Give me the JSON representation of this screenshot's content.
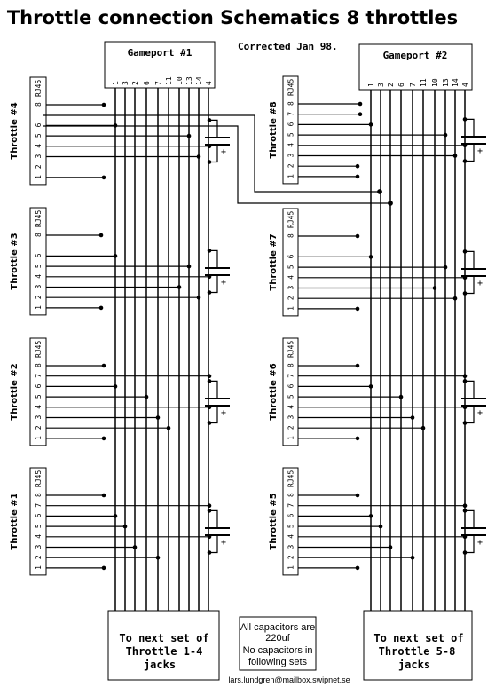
{
  "title": "Throttle connection Schematics 8 throttles",
  "corrected": "Corrected Jan 98.",
  "gameports": [
    {
      "label": "Gameport #1",
      "pins": [
        "1",
        "3",
        "2",
        "6",
        "7",
        "11",
        "10",
        "13",
        "14",
        "4"
      ]
    },
    {
      "label": "Gameport #2",
      "pins": [
        "1",
        "3",
        "2",
        "6",
        "7",
        "11",
        "10",
        "13",
        "14",
        "4"
      ]
    }
  ],
  "connector_label": "RJ45",
  "connector_pins": [
    "8",
    "7",
    "6",
    "5",
    "4",
    "3",
    "2",
    "1"
  ],
  "throttles_left": [
    "Throttle #4",
    "Throttle #3",
    "Throttle #2",
    "Throttle #1"
  ],
  "throttles_right": [
    "Throttle #8",
    "Throttle #7",
    "Throttle #6",
    "Throttle #5"
  ],
  "cap_plus": "+",
  "next_left": [
    "To next set of",
    "Throttle 1-4",
    "jacks"
  ],
  "next_right": [
    "To next set of",
    "Throttle 5-8",
    "jacks"
  ],
  "note": [
    "All capacitors are",
    "220uf",
    "No capacitors in",
    "following sets"
  ],
  "email": "lars.lundgren@mailbox.swipnet.se"
}
